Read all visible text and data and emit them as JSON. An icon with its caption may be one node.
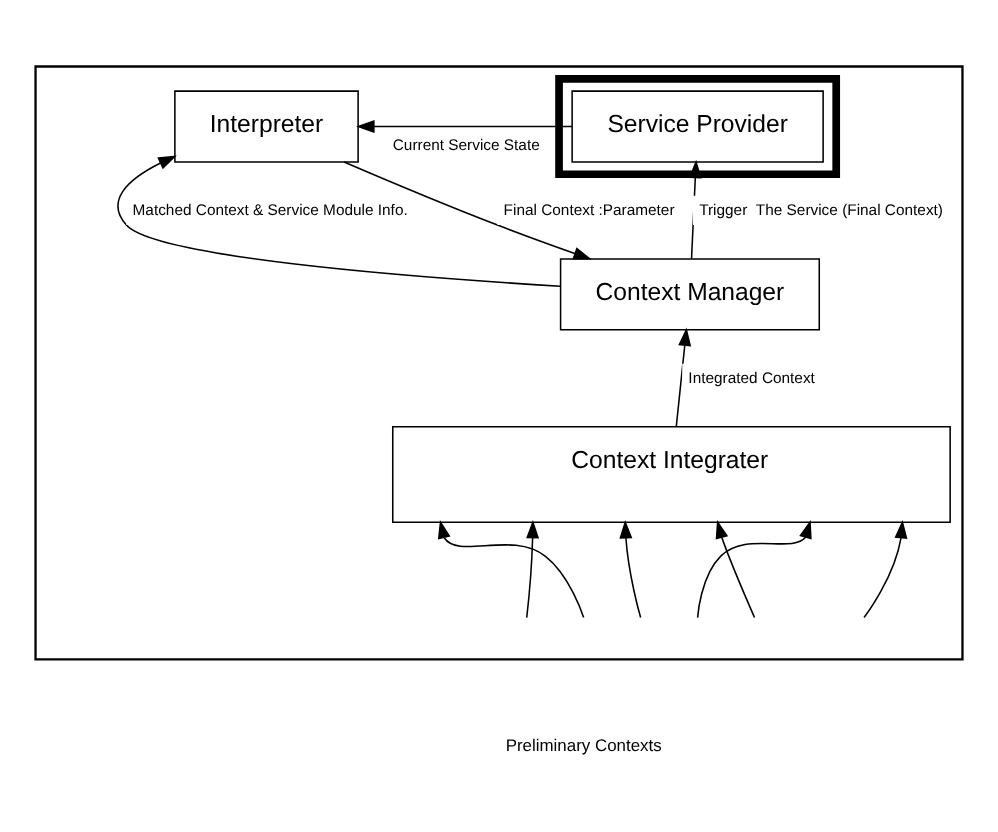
{
  "diagram": {
    "nodes": [
      {
        "text": [],
        "shape": "box"
      },
      {
        "text": [],
        "shape": "box",
        "in": 0
      },
      {
        "text": [
          "Service Provider"
        ],
        "in": 1
      },
      {
        "text": [
          "Interpreter"
        ],
        "in": 0
      },
      {
        "text": [
          "Context Manager"
        ],
        "in": 0
      },
      {
        "text": [
          "Context Integrater"
        ],
        "in": 0
      }
    ],
    "edges": [
      {
        "from": 2,
        "to": 3,
        "arrow": "to",
        "label": "Current Service State"
      },
      {
        "from": 4,
        "to": 2,
        "arrow": "to",
        "label": "Trigger  The Service (Final Context)"
      },
      {
        "from": 3,
        "to": 4,
        "arrow": "to",
        "label": "Final Context :Parameter"
      },
      {
        "from": 4,
        "to": 3,
        "arrow": "to",
        "label": "Matched Context & Service Module Info."
      },
      {
        "from": 5,
        "to": 4,
        "arrow": "to",
        "label": "Integrated Context"
      },
      {
        "from": null,
        "to": 5,
        "arrow": "to"
      },
      {
        "from": null,
        "to": 5,
        "arrow": "to"
      },
      {
        "from": null,
        "to": 5,
        "arrow": "to"
      },
      {
        "from": null,
        "to": 5,
        "arrow": "to"
      },
      {
        "from": null,
        "to": 5,
        "arrow": "to"
      },
      {
        "from": null,
        "to": 5,
        "arrow": "to"
      }
    ],
    "labels": [
      "Preliminary Contexts"
    ]
  }
}
